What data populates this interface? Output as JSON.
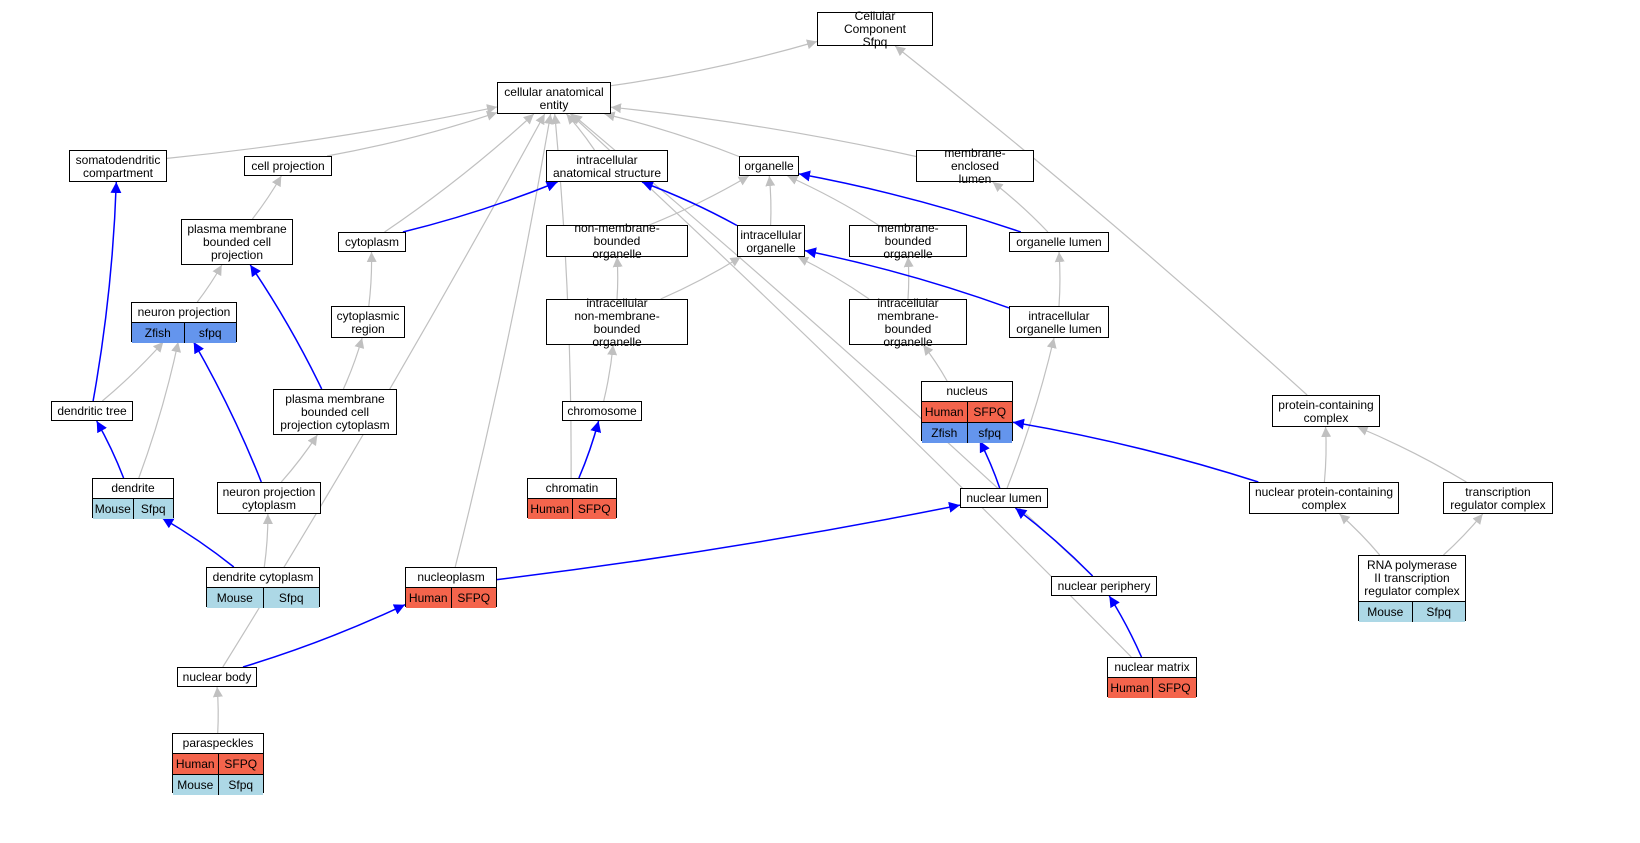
{
  "colors": {
    "edge_isa": "#c0c0c0",
    "edge_partof": "#0000ff",
    "Human": "#f4644c",
    "Zfish": "#6495ed",
    "Mouse": "#add8e6"
  },
  "nodes": {
    "cc": {
      "label": "Cellular Component\nSfpq"
    },
    "cae": {
      "label": "cellular anatomical\nentity"
    },
    "soma": {
      "label": "somatodendritic\ncompartment"
    },
    "cellproj": {
      "label": "cell projection"
    },
    "ias": {
      "label": "intracellular\nanatomical structure"
    },
    "organelle": {
      "label": "organelle"
    },
    "mel": {
      "label": "membrane-enclosed\nlumen"
    },
    "pmbcp": {
      "label": "plasma membrane\nbounded cell\nprojection"
    },
    "cytoplasm": {
      "label": "cytoplasm"
    },
    "nmbo": {
      "label": "non-membrane-bounded\norganelle"
    },
    "io": {
      "label": "intracellular\norganelle"
    },
    "mbo": {
      "label": "membrane-bounded\norganelle"
    },
    "ol": {
      "label": "organelle lumen"
    },
    "np": {
      "label": "neuron projection",
      "species": [
        [
          "Zfish",
          "sfpq"
        ]
      ]
    },
    "cr": {
      "label": "cytoplasmic\nregion"
    },
    "inmbo": {
      "label": "intracellular\nnon-membrane-bounded\norganelle"
    },
    "imbo": {
      "label": "intracellular\nmembrane-bounded\norganelle"
    },
    "iol": {
      "label": "intracellular\norganelle lumen"
    },
    "dt": {
      "label": "dendritic tree"
    },
    "pmbcpc": {
      "label": "plasma membrane\nbounded cell\nprojection cytoplasm"
    },
    "chromosome": {
      "label": "chromosome"
    },
    "nucleus": {
      "label": "nucleus",
      "species": [
        [
          "Human",
          "SFPQ"
        ],
        [
          "Zfish",
          "sfpq"
        ]
      ]
    },
    "pcc": {
      "label": "protein-containing\ncomplex"
    },
    "dendrite": {
      "label": "dendrite",
      "species": [
        [
          "Mouse",
          "Sfpq"
        ]
      ]
    },
    "npc": {
      "label": "neuron projection\ncytoplasm"
    },
    "chromatin": {
      "label": "chromatin",
      "species": [
        [
          "Human",
          "SFPQ"
        ]
      ]
    },
    "nl": {
      "label": "nuclear lumen"
    },
    "npcc": {
      "label": "nuclear protein-containing\ncomplex"
    },
    "trc": {
      "label": "transcription\nregulator complex"
    },
    "dc": {
      "label": "dendrite cytoplasm",
      "species": [
        [
          "Mouse",
          "Sfpq"
        ]
      ]
    },
    "nucleoplasm": {
      "label": "nucleoplasm",
      "species": [
        [
          "Human",
          "SFPQ"
        ]
      ]
    },
    "nper": {
      "label": "nuclear periphery"
    },
    "rnap": {
      "label": "RNA polymerase\nII transcription\nregulator complex",
      "species": [
        [
          "Mouse",
          "Sfpq"
        ]
      ]
    },
    "nb": {
      "label": "nuclear body"
    },
    "nm": {
      "label": "nuclear matrix",
      "species": [
        [
          "Human",
          "SFPQ"
        ]
      ]
    },
    "ps": {
      "label": "paraspeckles",
      "species": [
        [
          "Human",
          "SFPQ"
        ],
        [
          "Mouse",
          "Sfpq"
        ]
      ]
    }
  },
  "edges": [
    {
      "from": "cae",
      "to": "cc",
      "type": "is_a"
    },
    {
      "from": "pcc",
      "to": "cc",
      "type": "is_a"
    },
    {
      "from": "soma",
      "to": "cae",
      "type": "is_a"
    },
    {
      "from": "cellproj",
      "to": "cae",
      "type": "is_a"
    },
    {
      "from": "ias",
      "to": "cae",
      "type": "is_a"
    },
    {
      "from": "organelle",
      "to": "cae",
      "type": "is_a"
    },
    {
      "from": "mel",
      "to": "cae",
      "type": "is_a"
    },
    {
      "from": "cytoplasm",
      "to": "cae",
      "type": "is_a"
    },
    {
      "from": "nucleoplasm",
      "to": "cae",
      "type": "is_a"
    },
    {
      "from": "chromatin",
      "to": "cae",
      "type": "is_a"
    },
    {
      "from": "nb",
      "to": "cae",
      "type": "is_a"
    },
    {
      "from": "nper",
      "to": "cae",
      "type": "is_a"
    },
    {
      "from": "nm",
      "to": "cae",
      "type": "is_a"
    },
    {
      "from": "pmbcp",
      "to": "cellproj",
      "type": "is_a"
    },
    {
      "from": "np",
      "to": "pmbcp",
      "type": "is_a"
    },
    {
      "from": "dt",
      "to": "np",
      "type": "is_a"
    },
    {
      "from": "dendrite",
      "to": "np",
      "type": "is_a"
    },
    {
      "from": "dt",
      "to": "soma",
      "type": "part_of"
    },
    {
      "from": "dendrite",
      "to": "dt",
      "type": "part_of"
    },
    {
      "from": "npc",
      "to": "np",
      "type": "part_of"
    },
    {
      "from": "pmbcpc",
      "to": "pmbcp",
      "type": "part_of"
    },
    {
      "from": "npc",
      "to": "pmbcpc",
      "type": "is_a"
    },
    {
      "from": "dc",
      "to": "npc",
      "type": "is_a"
    },
    {
      "from": "dc",
      "to": "dendrite",
      "type": "part_of"
    },
    {
      "from": "cytoplasm",
      "to": "ias",
      "type": "part_of"
    },
    {
      "from": "cr",
      "to": "cytoplasm",
      "type": "is_a"
    },
    {
      "from": "pmbcpc",
      "to": "cr",
      "type": "is_a"
    },
    {
      "from": "nmbo",
      "to": "organelle",
      "type": "is_a"
    },
    {
      "from": "io",
      "to": "organelle",
      "type": "is_a"
    },
    {
      "from": "mbo",
      "to": "organelle",
      "type": "is_a"
    },
    {
      "from": "io",
      "to": "ias",
      "type": "part_of"
    },
    {
      "from": "ol",
      "to": "organelle",
      "type": "part_of"
    },
    {
      "from": "ol",
      "to": "mel",
      "type": "is_a"
    },
    {
      "from": "inmbo",
      "to": "nmbo",
      "type": "is_a"
    },
    {
      "from": "inmbo",
      "to": "io",
      "type": "is_a"
    },
    {
      "from": "imbo",
      "to": "io",
      "type": "is_a"
    },
    {
      "from": "imbo",
      "to": "mbo",
      "type": "is_a"
    },
    {
      "from": "iol",
      "to": "ol",
      "type": "is_a"
    },
    {
      "from": "iol",
      "to": "io",
      "type": "part_of"
    },
    {
      "from": "chromosome",
      "to": "inmbo",
      "type": "is_a"
    },
    {
      "from": "chromatin",
      "to": "chromosome",
      "type": "part_of"
    },
    {
      "from": "nucleus",
      "to": "imbo",
      "type": "is_a"
    },
    {
      "from": "nl",
      "to": "nucleus",
      "type": "part_of"
    },
    {
      "from": "nl",
      "to": "iol",
      "type": "is_a"
    },
    {
      "from": "npcc",
      "to": "nucleus",
      "type": "part_of"
    },
    {
      "from": "npcc",
      "to": "pcc",
      "type": "is_a"
    },
    {
      "from": "trc",
      "to": "pcc",
      "type": "is_a"
    },
    {
      "from": "rnap",
      "to": "npcc",
      "type": "is_a"
    },
    {
      "from": "rnap",
      "to": "trc",
      "type": "is_a"
    },
    {
      "from": "nucleoplasm",
      "to": "nl",
      "type": "part_of"
    },
    {
      "from": "nper",
      "to": "nl",
      "type": "part_of"
    },
    {
      "from": "nm",
      "to": "nper",
      "type": "part_of"
    },
    {
      "from": "nb",
      "to": "nucleoplasm",
      "type": "part_of"
    },
    {
      "from": "ps",
      "to": "nb",
      "type": "is_a"
    }
  ]
}
